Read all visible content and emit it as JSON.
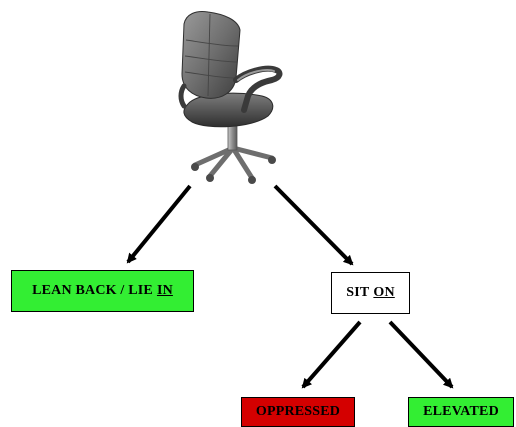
{
  "nodes": {
    "lean": {
      "text": "LEAN BACK / LIE",
      "underlined": "IN",
      "color": "#33ee33"
    },
    "sit": {
      "text": "SIT",
      "underlined": "ON",
      "color": "#ffffff"
    },
    "oppressed": {
      "text": "OPPRESSED",
      "color": "#d40000"
    },
    "elevated": {
      "text": "ELEVATED",
      "color": "#33ee33"
    }
  },
  "chair": {
    "icon": "office-chair-icon"
  }
}
